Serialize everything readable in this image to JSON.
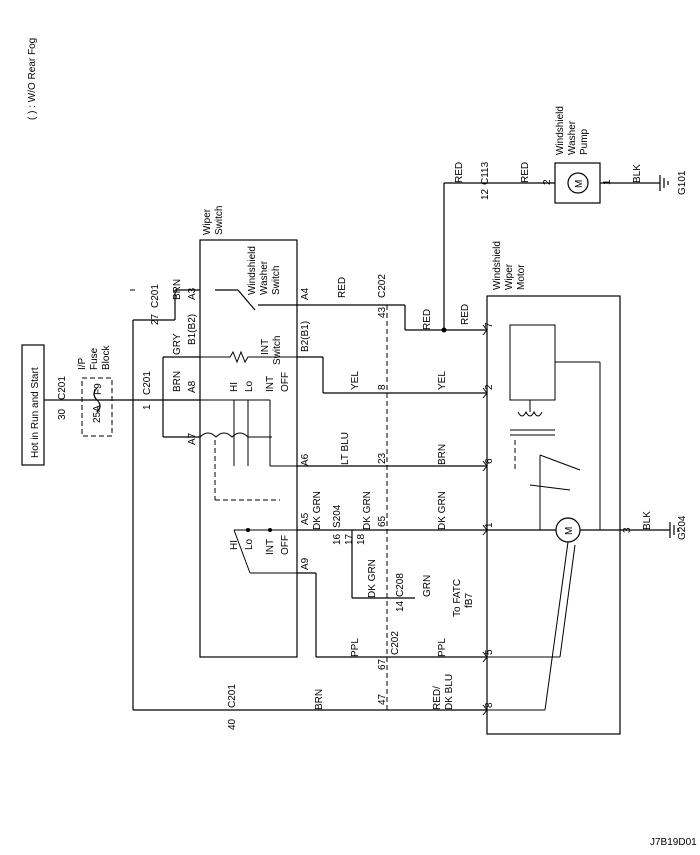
{
  "note": "( ) : W/O Rear Fog",
  "figure_id": "J7B19D01",
  "power": {
    "label": "Hot in Run and Start"
  },
  "fuse": {
    "block1": "I/P",
    "block2": "Fuse",
    "block3": "Block",
    "name": "F9",
    "rating": "25A"
  },
  "connectors": {
    "c201": "C201",
    "c202": "C202",
    "c208": "C208",
    "c113": "C113",
    "g101": "G101",
    "g204": "G204",
    "s204": "S204"
  },
  "pins": {
    "p30": "30",
    "p1": "1",
    "p27": "27",
    "p40": "40",
    "p43": "43",
    "p8": "8",
    "p23": "23",
    "p65": "65",
    "p67": "67",
    "p47": "47",
    "p16": "16",
    "p17": "17",
    "p18": "18",
    "p14": "14",
    "p12": "12",
    "pump2": "2",
    "pump1": "1",
    "m7": "7",
    "m2": "2",
    "m6": "6",
    "m1": "1",
    "m5": "5",
    "m8": "8",
    "m3": "3"
  },
  "wires": {
    "brn": "BRN",
    "gry": "GRY",
    "red": "RED",
    "yel": "YEL",
    "ltblu": "LT BLU",
    "dkgrn": "DK GRN",
    "grn": "GRN",
    "ppl": "PPL",
    "blk": "BLK",
    "reddkblu1": "RED/",
    "reddkblu2": "DK BLU"
  },
  "switch": {
    "title1": "Wiper",
    "title2": "Switch",
    "washer1": "Windshield",
    "washer2": "Washer",
    "washer3": "Switch",
    "int1": "INT",
    "int2": "Switch",
    "a3": "A3",
    "a4": "A4",
    "b1": "B1(B2)",
    "b2": "B2(B1)",
    "a8": "A8",
    "a7": "A7",
    "a6": "A6",
    "a5": "A5",
    "a9": "A9",
    "hi": "HI",
    "lo": "Lo",
    "int": "INT",
    "off": "OFF"
  },
  "motor": {
    "l1": "Windshield",
    "l2": "Wiper",
    "l3": "Motor",
    "m": "M"
  },
  "pump": {
    "l1": "Windshield",
    "l2": "Washer",
    "l3": "Pump",
    "m": "M"
  },
  "fatc": {
    "l1": "To FATC",
    "l2": "fB7"
  }
}
